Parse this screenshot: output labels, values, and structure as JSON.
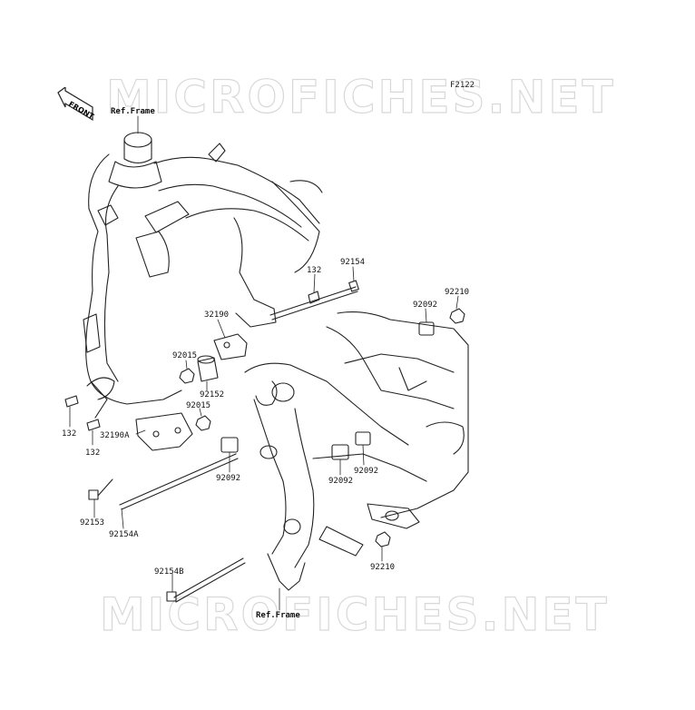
{
  "watermarks": {
    "top": "MICROFICHES.NET",
    "bottom": "MICROFICHES.NET"
  },
  "diagram_id": "F2122",
  "front_arrow": {
    "label": "FRONT"
  },
  "ref_labels": {
    "top": "Ref.Frame",
    "bottom": "Ref.Frame"
  },
  "parts": {
    "p132_upper": "132",
    "p92154": "92154",
    "p92210_upper": "92210",
    "p92092_upper": "92092",
    "p32190": "32190",
    "p92015_upper": "92015",
    "p92152": "92152",
    "p92015_lower": "92015",
    "p132_left": "132",
    "p132_lower": "132",
    "p32190A": "32190A",
    "p92092_mid": "92092",
    "p92092_right": "92092",
    "p92092_center": "92092",
    "p92153": "92153",
    "p92154A": "92154A",
    "p92210_lower": "92210",
    "p92154B": "92154B"
  },
  "colors": {
    "line": "#222222",
    "watermark_outline": "#d8d8d8",
    "background": "#ffffff"
  }
}
